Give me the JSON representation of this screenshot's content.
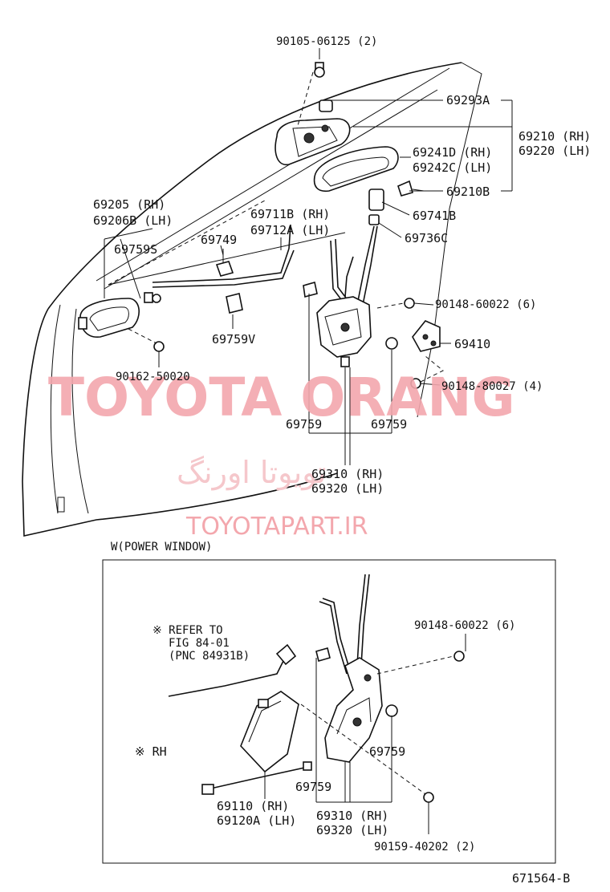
{
  "labels": {
    "bolt_top": "90105-06125 (2)",
    "p69293a": "69293A",
    "p69210": "69210 (RH)",
    "p69220": "69220 (LH)",
    "p69241d": "69241D (RH)",
    "p69242c": "69242C (LH)",
    "p69210b": "69210B",
    "p69741b": "69741B",
    "p69736c": "69736C",
    "p69205": "69205  (RH)",
    "p69206b": "69206B (LH)",
    "p69711b": "69711B (RH)",
    "p69712a": "69712A (LH)",
    "p69749": "69749",
    "p69759s": "69759S",
    "p69759v": "69759V",
    "screw_60022": "90148-60022 (6)",
    "p69410": "69410",
    "screw_80027": "90148-80027 (4)",
    "screw_50020": "90162-50020",
    "p69759_left": "69759",
    "p69759_right": "69759",
    "p69310": "69310 (RH)",
    "p69320": "69320 (LH)"
  },
  "watermark": {
    "brand": "TOYOTA ORANG",
    "persian": "تویوتا اورنگ",
    "url": "TOYOTAPART.IR"
  },
  "power_window": {
    "title": "W(POWER WINDOW)",
    "refer_line1": "※ REFER TO",
    "refer_line2": "FIG 84-01",
    "refer_line3": "(PNC 84931B)",
    "rh_note": "※ RH",
    "screw_60022": "90148-60022 (6)",
    "p69759_right": "69759",
    "p69759_left": "69759",
    "p69110": "69110  (RH)",
    "p69120a": "69120A (LH)",
    "p69310": "69310 (RH)",
    "p69320": "69320 (LH)",
    "screw_40202": "90159-40202 (2)"
  },
  "figure_id": "671564-B",
  "colors": {
    "line": "#111111",
    "watermark": "#f3a7ad",
    "background": "#ffffff"
  }
}
